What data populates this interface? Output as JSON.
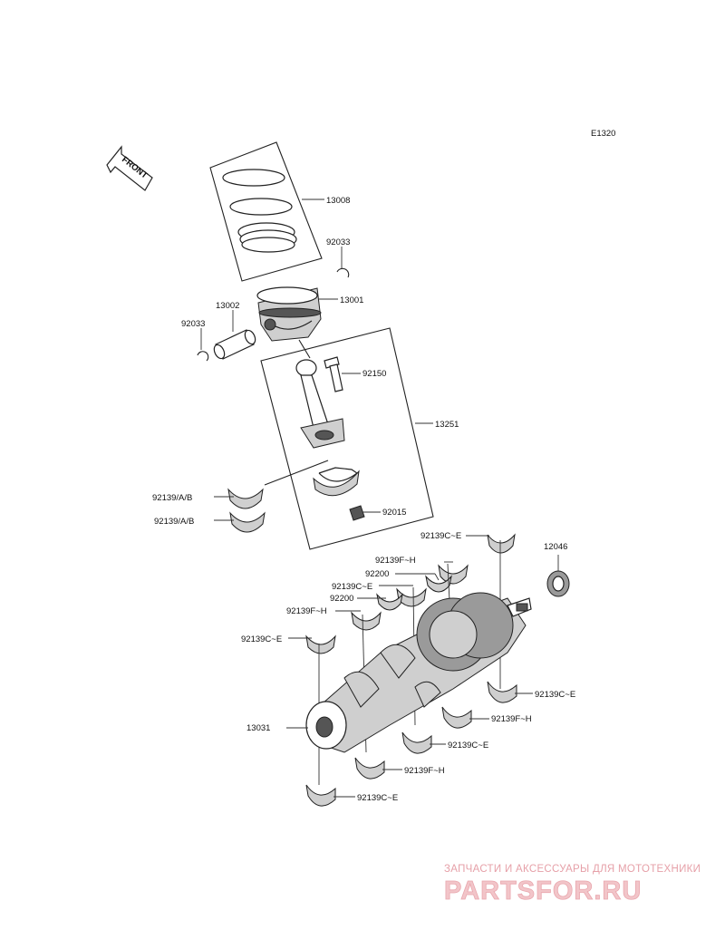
{
  "diagram_code": "E1320",
  "front_label": "FRONT",
  "parts": {
    "piston_rings": "13008",
    "circlip_top": "92033",
    "piston": "13001",
    "piston_pin": "13002",
    "circlip_left": "92033",
    "conrod_bolt": "92150",
    "conrod_assy": "13251",
    "conrod_bearing_1": "92139/A/B",
    "conrod_bearing_2": "92139/A/B",
    "conrod_nut": "92015",
    "main_bearing_top_right": "92139C~E",
    "main_bearing_f_h_top": "92139F~H",
    "thrust_washer_1": "92200",
    "main_bearing_c_e_mid": "92139C~E",
    "thrust_washer_2": "92200",
    "main_bearing_f_h_left": "92139F~H",
    "main_bearing_c_e_left": "92139C~E",
    "needle_bearing": "12046",
    "crankshaft": "13031",
    "lower_bearing_c_e_right": "92139C~E",
    "lower_bearing_f_h_right": "92139F~H",
    "lower_bearing_c_e_mid": "92139C~E",
    "lower_bearing_f_h_mid": "92139F~H",
    "lower_bearing_c_e_bottom": "92139C~E"
  },
  "watermark": {
    "tagline": "ЗАПЧАСТИ И АКСЕССУАРЫ ДЛЯ МОТОТЕХНИКИ",
    "brand": "PARTSFOR.RU"
  }
}
